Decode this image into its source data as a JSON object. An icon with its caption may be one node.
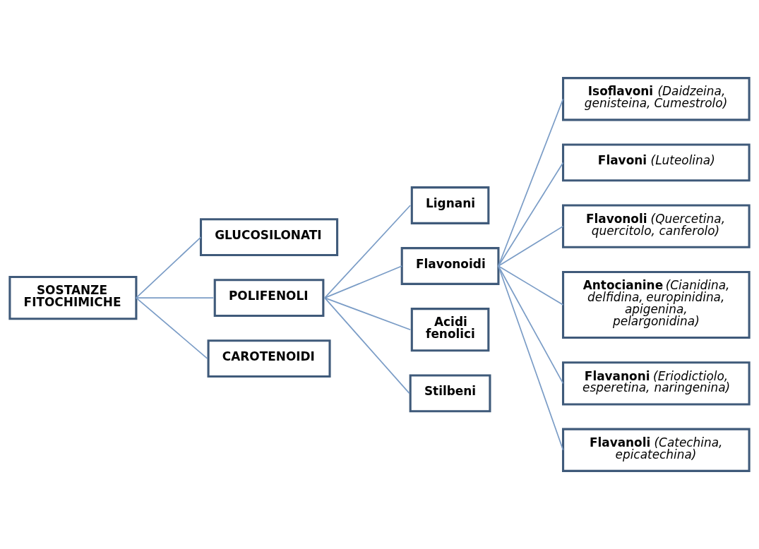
{
  "diagram": {
    "nodes": [
      {
        "text": [
          "SOSTANZE FITOCHIMICHE"
        ]
      },
      {
        "text": [
          "GLUCOSILONATI"
        ]
      },
      {
        "text": [
          "POLIFENOLI"
        ]
      },
      {
        "text": [
          "CAROTENOIDI"
        ]
      },
      {
        "text": [
          "Lignani"
        ]
      },
      {
        "text": [
          "Flavonoidi"
        ]
      },
      {
        "text": [
          "Acidi fenolici"
        ]
      },
      {
        "text": [
          "Stilbeni"
        ]
      },
      {
        "text": [
          "**Isoflavoni** *(Daidzeina, genisteina, Cumestrolo)*"
        ]
      },
      {
        "text": [
          "**Flavoni** *(Luteolina)*"
        ]
      },
      {
        "text": [
          "**Flavonoli** *(Quercetina, quercitolo, canferolo)*"
        ]
      },
      {
        "text": [
          "**Antocianine** *(Cianidina, delfidina, europinidina, apigenina, pelargonidina)*"
        ]
      },
      {
        "text": [
          "**Flavanoni** *(Eriodictiolo, esperetina, naringenina)*"
        ]
      },
      {
        "text": [
          "**Flavanoli** *(Catechina, epicatechina)*"
        ]
      }
    ],
    "edges": [
      {
        "from": 0,
        "to": 1,
        "arrow": "none"
      },
      {
        "from": 0,
        "to": 2,
        "arrow": "none"
      },
      {
        "from": 0,
        "to": 3,
        "arrow": "none"
      },
      {
        "from": 2,
        "to": 4,
        "arrow": "none"
      },
      {
        "from": 2,
        "to": 5,
        "arrow": "none"
      },
      {
        "from": 2,
        "to": 6,
        "arrow": "none"
      },
      {
        "from": 2,
        "to": 7,
        "arrow": "none"
      },
      {
        "from": 5,
        "to": 8,
        "arrow": "none"
      },
      {
        "from": 5,
        "to": 9,
        "arrow": "none"
      },
      {
        "from": 5,
        "to": 10,
        "arrow": "none"
      },
      {
        "from": 5,
        "to": 11,
        "arrow": "none"
      },
      {
        "from": 5,
        "to": 12,
        "arrow": "none"
      },
      {
        "from": 5,
        "to": 13,
        "arrow": "none"
      }
    ]
  }
}
